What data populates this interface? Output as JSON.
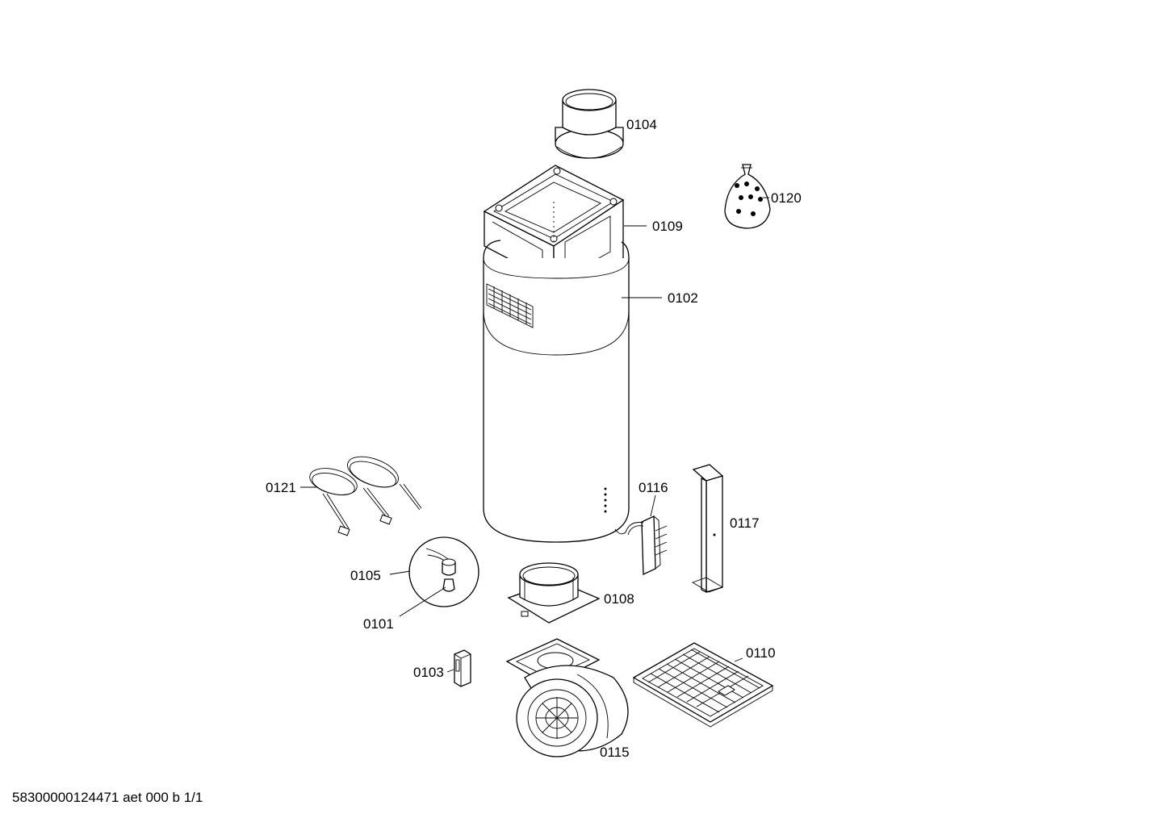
{
  "parts": [
    {
      "id": "0104",
      "name": "duct-collar-top"
    },
    {
      "id": "0120",
      "name": "screw-bag"
    },
    {
      "id": "0109",
      "name": "mounting-frame"
    },
    {
      "id": "0102",
      "name": "chimney-body"
    },
    {
      "id": "0121",
      "name": "cable-set"
    },
    {
      "id": "0116",
      "name": "switch-module"
    },
    {
      "id": "0117",
      "name": "bracket-rail"
    },
    {
      "id": "0105",
      "name": "lamp-holder"
    },
    {
      "id": "0101",
      "name": "lamp"
    },
    {
      "id": "0108",
      "name": "air-outlet-flange"
    },
    {
      "id": "0110",
      "name": "grease-filter"
    },
    {
      "id": "0103",
      "name": "capacitor"
    },
    {
      "id": "0115",
      "name": "fan-motor"
    }
  ],
  "footer": "58300000124471 aet 000 b 1/1"
}
